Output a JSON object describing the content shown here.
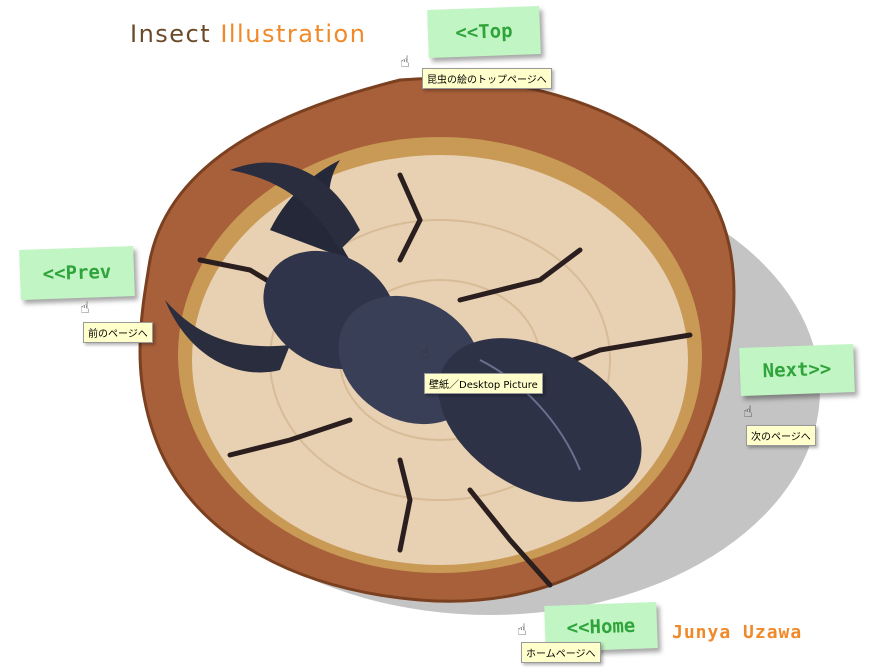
{
  "title": {
    "part1": "Insect",
    "part2": "Illustration"
  },
  "nav": {
    "top": {
      "label": "<<Top",
      "tooltip": "昆虫の絵のトップページへ"
    },
    "prev": {
      "label": "<<Prev",
      "tooltip": "前のページへ"
    },
    "next": {
      "label": "Next>>",
      "tooltip": "次のページへ"
    },
    "home": {
      "label": "<<Home",
      "tooltip": "ホームページへ"
    }
  },
  "wallpaper": {
    "tooltip": "壁紙／Desktop Picture"
  },
  "author": "Junya Uzawa",
  "colors": {
    "note_bg": "#c2f5c4",
    "note_text": "#2fa43a",
    "title_brown": "#6b4a2a",
    "accent_orange": "#f0892a"
  }
}
